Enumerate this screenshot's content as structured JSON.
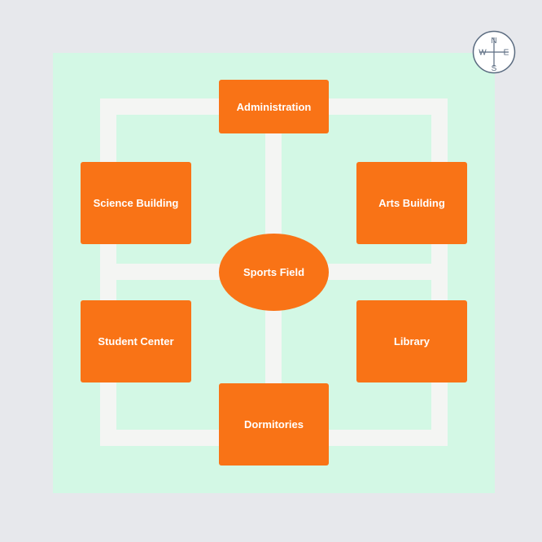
{
  "map": {
    "colors": {
      "background": "#e7e8ec",
      "campus": "#d3f8e5",
      "path": "#f4f5f3",
      "building": "#f97316",
      "label": "#ffffff",
      "compass": "#5a6b80"
    },
    "buildings": {
      "administration": "Administration",
      "science": "Science Building",
      "arts": "Arts Building",
      "sports": "Sports Field",
      "student_center": "Student Center",
      "library": "Library",
      "dormitories": "Dormitories"
    },
    "compass": {
      "north": "N",
      "south": "S",
      "east": "E",
      "west": "W"
    }
  }
}
